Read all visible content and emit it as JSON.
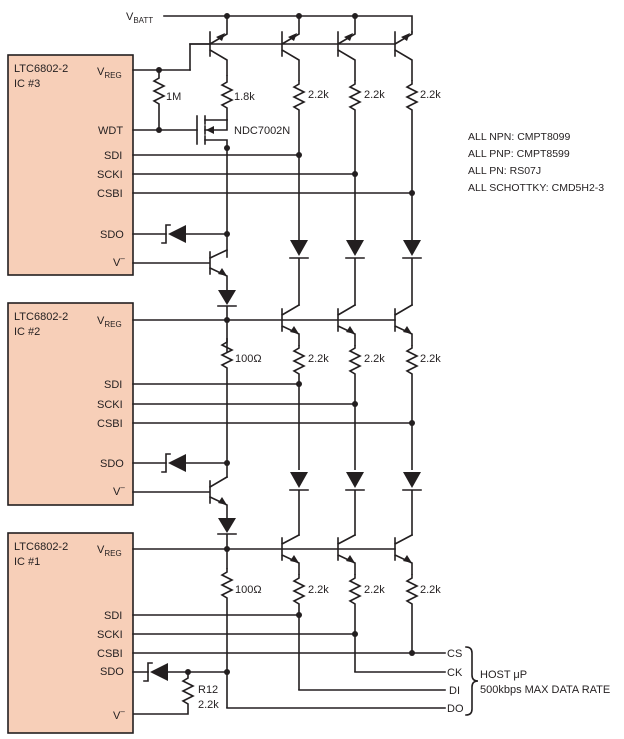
{
  "supply": {
    "label": "V",
    "sub": "BATT"
  },
  "ics": [
    {
      "name": "LTC6802-2",
      "id": "IC #3"
    },
    {
      "name": "LTC6802-2",
      "id": "IC #2"
    },
    {
      "name": "LTC6802-2",
      "id": "IC #1"
    }
  ],
  "pins": {
    "vreg": {
      "main": "V",
      "sub": "REG"
    },
    "wdt": "WDT",
    "sdi": "SDI",
    "scki": "SCKI",
    "csbi": "CSBI",
    "sdo": "SDO",
    "vminus": {
      "main": "V",
      "sup": "–"
    }
  },
  "components": {
    "r_1m": "1M",
    "r_1k8": "1.8k",
    "r_2k2": "2.2k",
    "r_100": "100Ω",
    "r12_name": "R12",
    "r12_value": "2.2k",
    "mosfet": "NDC7002N"
  },
  "notes": [
    "ALL NPN: CMPT8099",
    "ALL PNP: CMPT8599",
    "ALL PN: RS07J",
    "ALL SCHOTTKY: CMD5H2-3"
  ],
  "host_signals": [
    "CS",
    "CK",
    "DI",
    "DO"
  ],
  "host": {
    "line1": "HOST μP",
    "line2": "500kbps MAX DATA RATE"
  }
}
